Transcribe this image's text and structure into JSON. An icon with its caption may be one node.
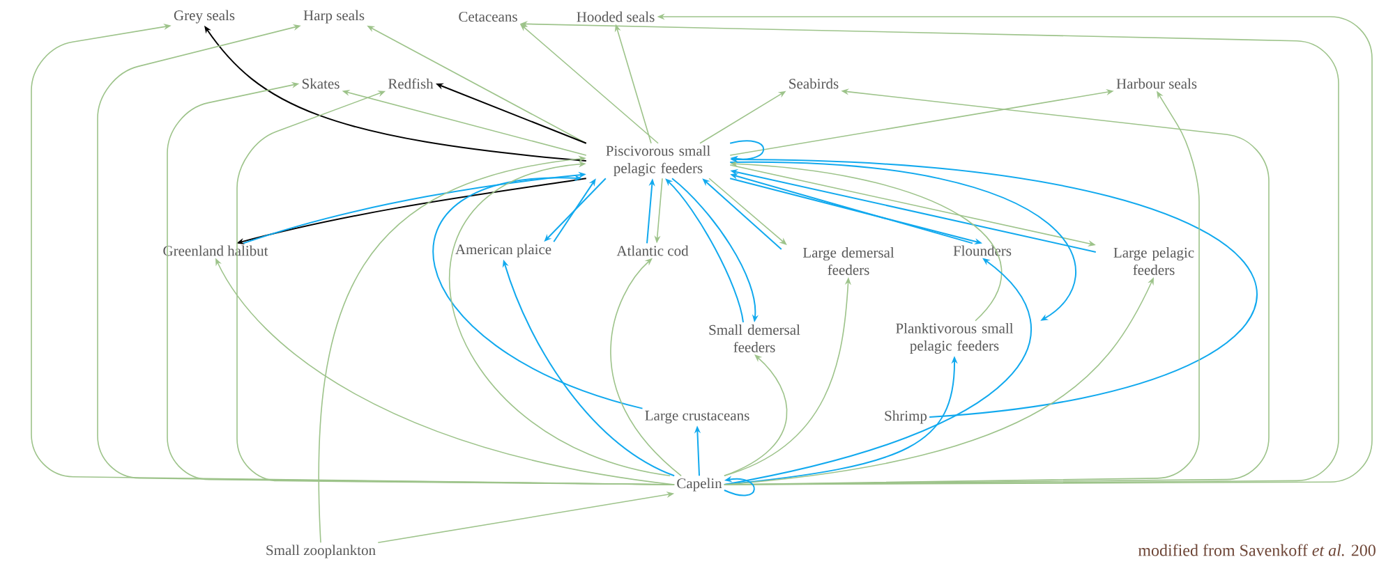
{
  "diagram": {
    "caption": "modified from Savenkoff *et al.* 200",
    "nodes": [
      {
        "text": [
          "Grey seals"
        ]
      },
      {
        "text": [
          "Harp seals"
        ]
      },
      {
        "text": [
          "Cetaceans"
        ]
      },
      {
        "text": [
          "Hooded seals"
        ]
      },
      {
        "text": [
          "Skates"
        ]
      },
      {
        "text": [
          "Redfish"
        ]
      },
      {
        "text": [
          "Seabirds"
        ]
      },
      {
        "text": [
          "Harbour seals"
        ]
      },
      {
        "text": [
          "Piscivorous small pelagic feeders"
        ]
      },
      {
        "text": [
          "Greenland halibut"
        ]
      },
      {
        "text": [
          "American plaice"
        ]
      },
      {
        "text": [
          "Atlantic cod"
        ]
      },
      {
        "text": [
          "Large demersal feeders"
        ]
      },
      {
        "text": [
          "Flounders"
        ]
      },
      {
        "text": [
          "Large pelagic feeders"
        ]
      },
      {
        "text": [
          "Small demersal feeders"
        ]
      },
      {
        "text": [
          "Planktivorous small pelagic feeders"
        ]
      },
      {
        "text": [
          "Large crustaceans"
        ]
      },
      {
        "text": [
          "Shrimp"
        ]
      },
      {
        "text": [
          "Capelin"
        ]
      },
      {
        "text": [
          "Small zooplankton"
        ]
      }
    ],
    "edges": [
      {
        "from": 8,
        "to": 0,
        "arrow": "to",
        "color": "#000000"
      },
      {
        "from": 8,
        "to": 1,
        "arrow": "to"
      },
      {
        "from": 8,
        "to": 2,
        "arrow": "to"
      },
      {
        "from": 8,
        "to": 3,
        "arrow": "to"
      },
      {
        "from": 8,
        "to": 4,
        "arrow": "to"
      },
      {
        "from": 8,
        "to": 5,
        "arrow": "to",
        "color": "#000000"
      },
      {
        "from": 8,
        "to": 6,
        "arrow": "to"
      },
      {
        "from": 8,
        "to": 7,
        "arrow": "to"
      },
      {
        "from": 8,
        "to": 9,
        "arrow": "to",
        "color": "#000000"
      },
      {
        "from": 9,
        "to": 8,
        "arrow": "to",
        "color": "#11a9ee"
      },
      {
        "from": 10,
        "to": 8,
        "arrow": "to",
        "color": "#11a9ee"
      },
      {
        "from": 8,
        "to": 10,
        "arrow": "to",
        "color": "#11a9ee"
      },
      {
        "from": 11,
        "to": 8,
        "arrow": "to",
        "color": "#11a9ee"
      },
      {
        "from": 8,
        "to": 11,
        "arrow": "to"
      },
      {
        "from": 8,
        "to": 12,
        "arrow": "to"
      },
      {
        "from": 12,
        "to": 8,
        "arrow": "to",
        "color": "#11a9ee"
      },
      {
        "from": 8,
        "to": 13,
        "arrow": "to",
        "color": "#11a9ee"
      },
      {
        "from": 13,
        "to": 8,
        "arrow": "to",
        "color": "#11a9ee"
      },
      {
        "from": 8,
        "to": 14,
        "arrow": "to"
      },
      {
        "from": 14,
        "to": 8,
        "arrow": "to",
        "color": "#11a9ee"
      },
      {
        "from": 8,
        "to": 15,
        "arrow": "to",
        "color": "#11a9ee"
      },
      {
        "from": 15,
        "to": 8,
        "arrow": "to",
        "color": "#11a9ee"
      },
      {
        "from": 8,
        "to": 16,
        "arrow": "to",
        "color": "#11a9ee"
      },
      {
        "from": 16,
        "to": 8,
        "arrow": "to"
      },
      {
        "from": 8,
        "to": 8,
        "arrow": "to",
        "color": "#11a9ee"
      },
      {
        "from": 17,
        "to": 8,
        "arrow": "to",
        "color": "#11a9ee"
      },
      {
        "from": 18,
        "to": 8,
        "arrow": "to",
        "color": "#11a9ee"
      },
      {
        "from": 20,
        "to": 8,
        "arrow": "to"
      },
      {
        "from": 19,
        "to": 8,
        "arrow": "to"
      },
      {
        "from": 19,
        "to": 0,
        "arrow": "to"
      },
      {
        "from": 19,
        "to": 1,
        "arrow": "to"
      },
      {
        "from": 19,
        "to": 4,
        "arrow": "to"
      },
      {
        "from": 19,
        "to": 5,
        "arrow": "to"
      },
      {
        "from": 19,
        "to": 9,
        "arrow": "to"
      },
      {
        "from": 19,
        "to": 10,
        "arrow": "to",
        "color": "#11a9ee"
      },
      {
        "from": 19,
        "to": 11,
        "arrow": "to"
      },
      {
        "from": 19,
        "to": 17,
        "arrow": "to",
        "color": "#11a9ee"
      },
      {
        "from": 19,
        "to": 15,
        "arrow": "to"
      },
      {
        "from": 19,
        "to": 12,
        "arrow": "to"
      },
      {
        "from": 19,
        "to": 16,
        "arrow": "to",
        "color": "#11a9ee"
      },
      {
        "from": 19,
        "to": 13,
        "arrow": "to",
        "color": "#11a9ee"
      },
      {
        "from": 19,
        "to": 14,
        "arrow": "to"
      },
      {
        "from": 19,
        "to": 7,
        "arrow": "to"
      },
      {
        "from": 19,
        "to": 6,
        "arrow": "to"
      },
      {
        "from": 19,
        "to": 2,
        "arrow": "to"
      },
      {
        "from": 19,
        "to": 3,
        "arrow": "to"
      },
      {
        "from": 19,
        "to": 19,
        "arrow": "to",
        "color": "#11a9ee"
      },
      {
        "from": 20,
        "to": 19,
        "arrow": "to"
      }
    ]
  }
}
